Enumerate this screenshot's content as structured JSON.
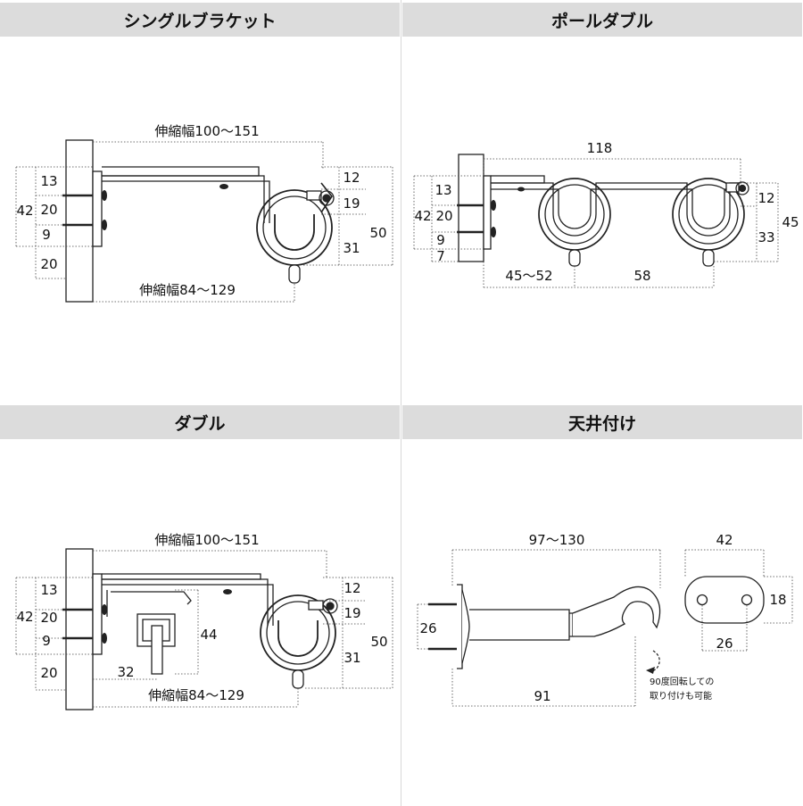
{
  "panels": {
    "single": {
      "title": "シングルブラケット",
      "dims": {
        "top_width": "伸縮幅100〜151",
        "bottom_width": "伸縮幅84〜129",
        "total_h": "42",
        "h13": "13",
        "h20a": "20",
        "h9": "9",
        "h20b": "20",
        "r12": "12",
        "r19": "19",
        "r31": "31",
        "r50": "50"
      }
    },
    "pole_double": {
      "title": "ポールダブル",
      "dims": {
        "top_width": "118",
        "total_h": "42",
        "h13": "13",
        "h20": "20",
        "h9": "9",
        "h7": "7",
        "r12": "12",
        "r33": "33",
        "r45": "45",
        "b_left": "45〜52",
        "b_right": "58"
      }
    },
    "double": {
      "title": "ダブル",
      "dims": {
        "top_width": "伸縮幅100〜151",
        "bottom_width": "伸縮幅84〜129",
        "total_h": "42",
        "h13": "13",
        "h20a": "20",
        "h9": "9",
        "h20b": "20",
        "r12": "12",
        "r19": "19",
        "r31": "31",
        "r50": "50",
        "inner_h": "44",
        "inner_w": "32"
      }
    },
    "ceiling": {
      "title": "天井付け",
      "dims": {
        "top_width": "97〜130",
        "bottom_width": "91",
        "plate_h": "26",
        "plate_w": "42",
        "plate_side": "18",
        "hole_pitch": "26"
      },
      "note_line1": "90度回転しての",
      "note_line2": "取り付けも可能"
    }
  }
}
